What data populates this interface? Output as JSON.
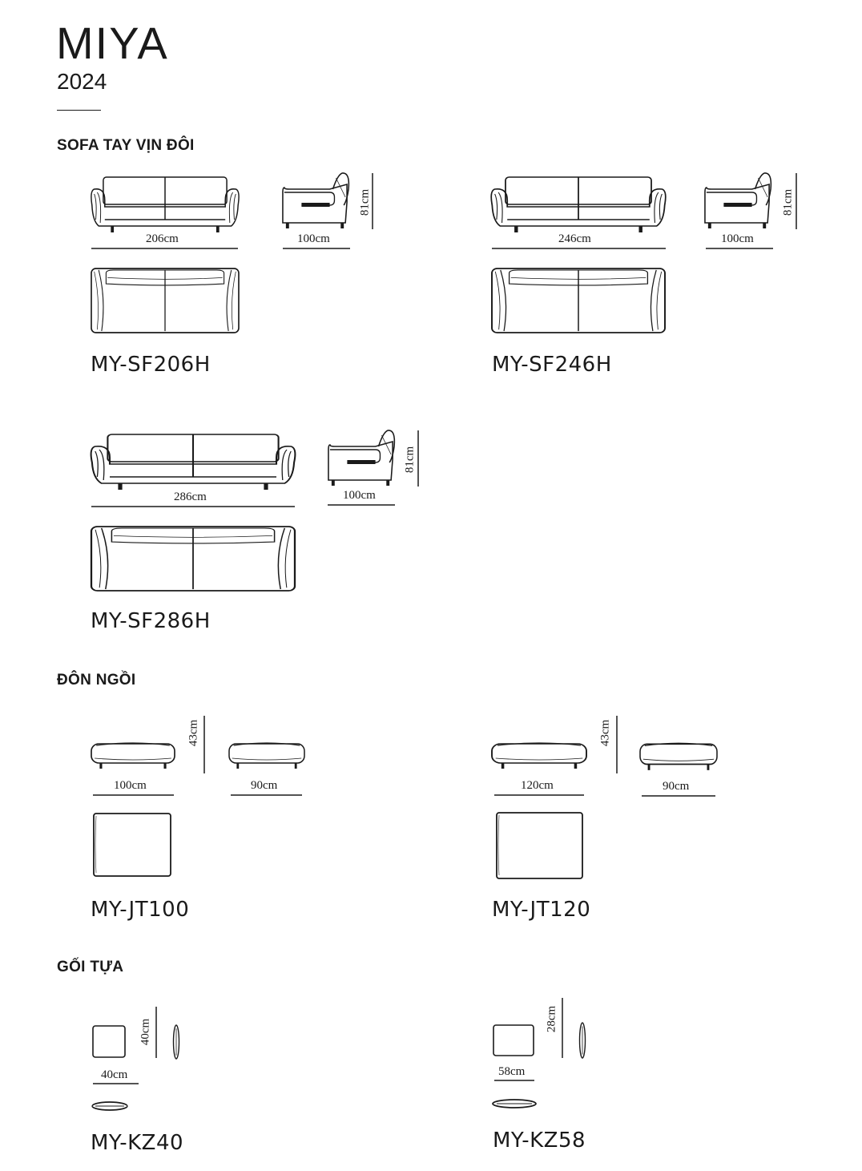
{
  "header": {
    "brand": "MIYA",
    "year": "2024"
  },
  "sections": {
    "sofa": "SOFA TAY VỊN ĐÔI",
    "ottoman": "ĐÔN NGỒI",
    "cushion": "GỐI TỰA"
  },
  "products": {
    "sf206": {
      "code": "MY-SF206H",
      "width": "206cm",
      "depth": "100cm",
      "height": "81cm"
    },
    "sf246": {
      "code": "MY-SF246H",
      "width": "246cm",
      "depth": "100cm",
      "height": "81cm"
    },
    "sf286": {
      "code": "MY-SF286H",
      "width": "286cm",
      "depth": "100cm",
      "height": "81cm"
    },
    "jt100": {
      "code": "MY-JT100",
      "width": "100cm",
      "depth": "90cm",
      "height": "43cm"
    },
    "jt120": {
      "code": "MY-JT120",
      "width": "120cm",
      "depth": "90cm",
      "height": "43cm"
    },
    "kz40": {
      "code": "MY-KZ40",
      "width": "40cm",
      "height": "40cm"
    },
    "kz58": {
      "code": "MY-KZ58",
      "width": "58cm",
      "height": "28cm"
    }
  }
}
